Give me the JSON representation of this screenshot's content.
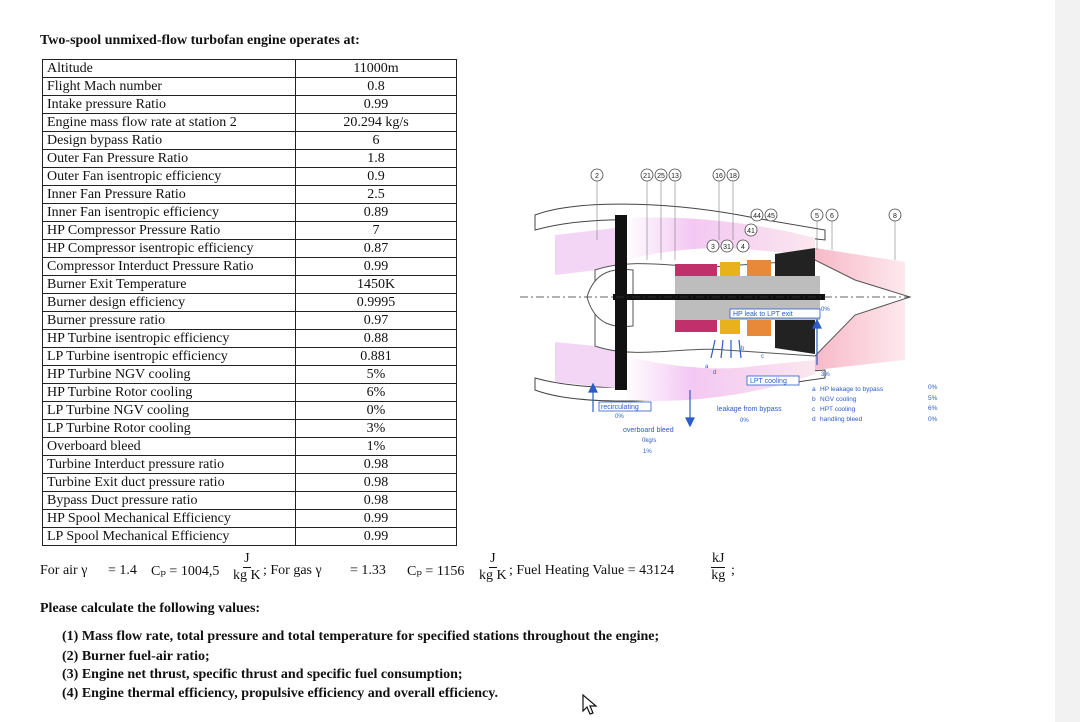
{
  "title": "Two-spool unmixed-flow turbofan engine operates at:",
  "parameters": [
    {
      "label": "Altitude",
      "value": "11000m"
    },
    {
      "label": "Flight Mach number",
      "value": "0.8"
    },
    {
      "label": "Intake pressure Ratio",
      "value": "0.99"
    },
    {
      "label": "Engine mass flow rate at station 2",
      "value": "20.294 kg/s"
    },
    {
      "label": "Design bypass Ratio",
      "value": "6"
    },
    {
      "label": "Outer Fan Pressure Ratio",
      "value": "1.8"
    },
    {
      "label": "Outer Fan isentropic efficiency",
      "value": "0.9"
    },
    {
      "label": "Inner Fan Pressure Ratio",
      "value": "2.5"
    },
    {
      "label": "Inner Fan isentropic efficiency",
      "value": "0.89"
    },
    {
      "label": "HP Compressor Pressure Ratio",
      "value": "7"
    },
    {
      "label": "HP Compressor isentropic efficiency",
      "value": "0.87"
    },
    {
      "label": "Compressor Interduct Pressure Ratio",
      "value": "0.99"
    },
    {
      "label": "Burner Exit Temperature",
      "value": "1450K"
    },
    {
      "label": "Burner design efficiency",
      "value": "0.9995"
    },
    {
      "label": "Burner pressure ratio",
      "value": "0.97"
    },
    {
      "label": "HP Turbine isentropic efficiency",
      "value": "0.88"
    },
    {
      "label": "LP Turbine isentropic efficiency",
      "value": "0.881"
    },
    {
      "label": "HP Turbine NGV cooling",
      "value": "5%"
    },
    {
      "label": "HP Turbine Rotor cooling",
      "value": "6%"
    },
    {
      "label": "LP Turbine NGV cooling",
      "value": "0%"
    },
    {
      "label": "LP Turbine Rotor cooling",
      "value": "3%"
    },
    {
      "label": "Overboard bleed",
      "value": "1%"
    },
    {
      "label": "Turbine Interduct pressure ratio",
      "value": "0.98"
    },
    {
      "label": "Turbine Exit duct pressure ratio",
      "value": "0.98"
    },
    {
      "label": "Bypass Duct pressure ratio",
      "value": "0.98"
    },
    {
      "label": "HP Spool Mechanical Efficiency",
      "value": "0.99"
    },
    {
      "label": "LP Spool Mechanical Efficiency",
      "value": "0.99"
    }
  ],
  "formula": {
    "air_prefix": "For air γ",
    "air_gamma": "= 1.4",
    "air_cp": "Cₚ = 1004,5",
    "gas_prefix": "; For gas γ",
    "gas_gamma": "= 1.33",
    "gas_cp": "Cₚ = 1156",
    "fuel": "; Fuel Heating Value = 43124",
    "unit_num": "J",
    "unit_den": "kg K",
    "fhv_unit_num": "kJ",
    "fhv_unit_den": "kg",
    "end": ";"
  },
  "ask": "Please calculate the following values:",
  "questions": [
    "(1) Mass flow rate, total pressure and total temperature for specified stations throughout the engine;",
    "(2) Burner fuel-air ratio;",
    "(3) Engine net thrust, specific thrust and specific fuel consumption;",
    "(4) Engine thermal efficiency, propulsive efficiency and overall efficiency."
  ],
  "diagram": {
    "stations": [
      "2",
      "21",
      "25",
      "13",
      "16",
      "18",
      "44",
      "45",
      "41",
      "3",
      "31",
      "4",
      "5",
      "6",
      "8"
    ],
    "hp_leak_label": "HP leak to LPT exit",
    "hp_leak_pct": "0%",
    "lpt_cooling_label": "LPT cooling",
    "lpt_cooling_pct": "3%",
    "recirculating_label": "recirculating",
    "recirculating_pct": "0%",
    "overboard_label": "overboard bleed",
    "overboard_unit": "0kg/s",
    "overboard_pct": "1%",
    "leakage_label": "leakage from bypass",
    "leakage_pct": "0%",
    "small_a": "a",
    "small_b": "b",
    "small_c": "c",
    "small_d": "d",
    "legend": [
      {
        "key": "a",
        "label": "HP leakage to bypass",
        "value": "0%"
      },
      {
        "key": "b",
        "label": "NGV cooling",
        "value": "5%"
      },
      {
        "key": "c",
        "label": "HPT cooling",
        "value": "6%"
      },
      {
        "key": "d",
        "label": "handling bleed",
        "value": "0%"
      }
    ]
  }
}
